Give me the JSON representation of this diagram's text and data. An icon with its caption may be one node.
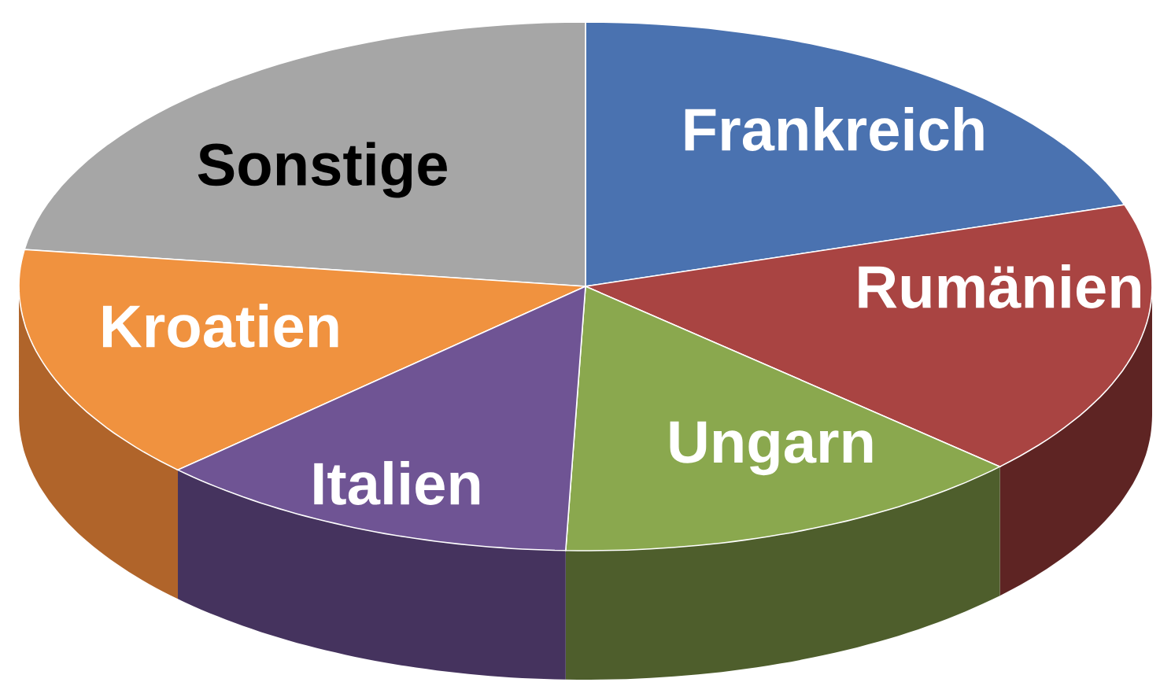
{
  "diagram": {
    "nodes": [
      {
        "text": [
          "Frankreich"
        ]
      },
      {
        "text": [
          "Sonstige"
        ]
      },
      {
        "text": [
          "Rumänien"
        ]
      },
      {
        "text": [
          "Kroatien"
        ]
      },
      {
        "text": [
          "Ungarn"
        ]
      },
      {
        "text": [
          "Italien"
        ]
      }
    ]
  }
}
